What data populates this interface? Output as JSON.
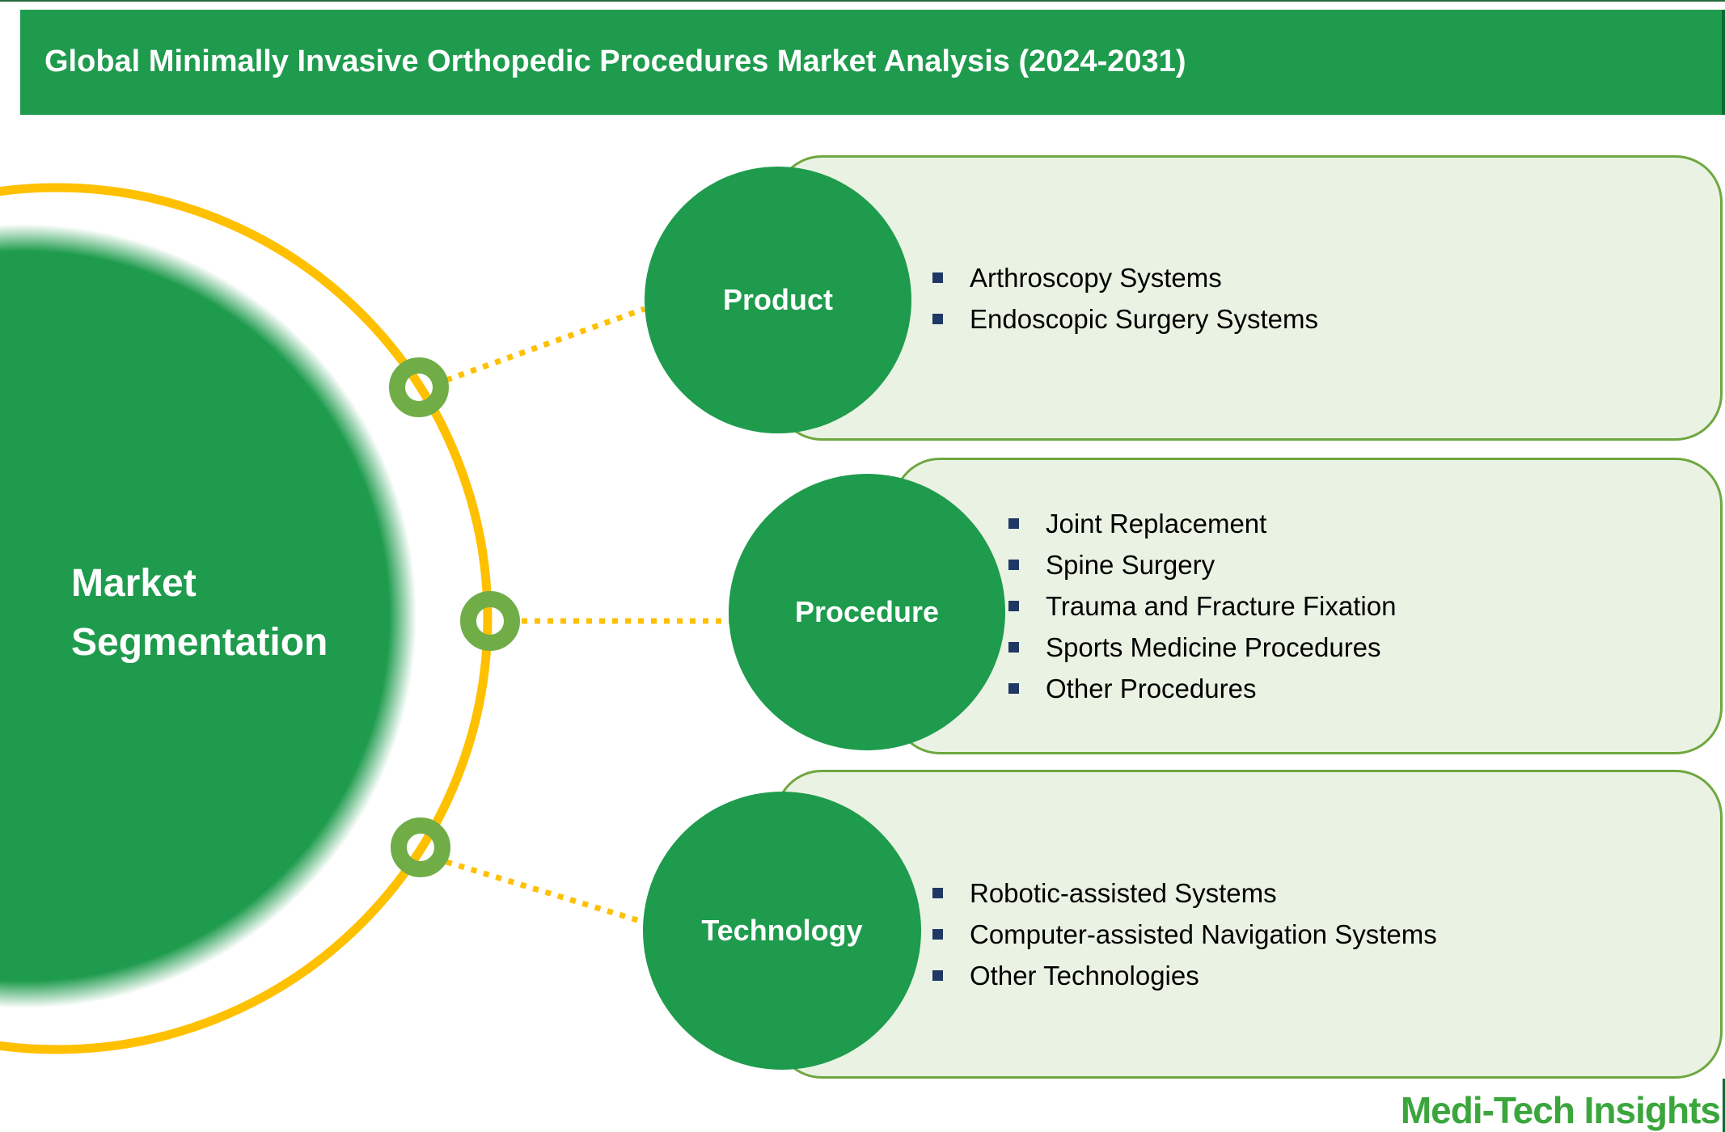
{
  "header": {
    "title": "Global Minimally Invasive Orthopedic Procedures Market Analysis (2024-2031)"
  },
  "hub": {
    "label_line1": "Market",
    "label_line2": "Segmentation"
  },
  "segments": [
    {
      "label": "Product",
      "items": [
        "Arthroscopy Systems",
        "Endoscopic Surgery Systems"
      ]
    },
    {
      "label": "Procedure",
      "items": [
        "Joint Replacement",
        "Spine Surgery",
        "Trauma and Fracture Fixation",
        "Sports Medicine Procedures",
        "Other Procedures"
      ]
    },
    {
      "label": "Technology",
      "items": [
        "Robotic-assisted Systems",
        "Computer-assisted Navigation Systems",
        "Other Technologies"
      ]
    }
  ],
  "footer": {
    "brand": "Medi-Tech Insights"
  },
  "colors": {
    "primary_green": "#1E9B4D",
    "ring_yellow": "#FFC000",
    "connector_node_green": "#70AD47",
    "panel_fill": "#EAF3E3",
    "panel_border": "#6FA740",
    "bullet_navy": "#1F3864",
    "logo_green": "#3AA63C",
    "title_text": "#FFFFFF",
    "body_text": "#000000"
  }
}
